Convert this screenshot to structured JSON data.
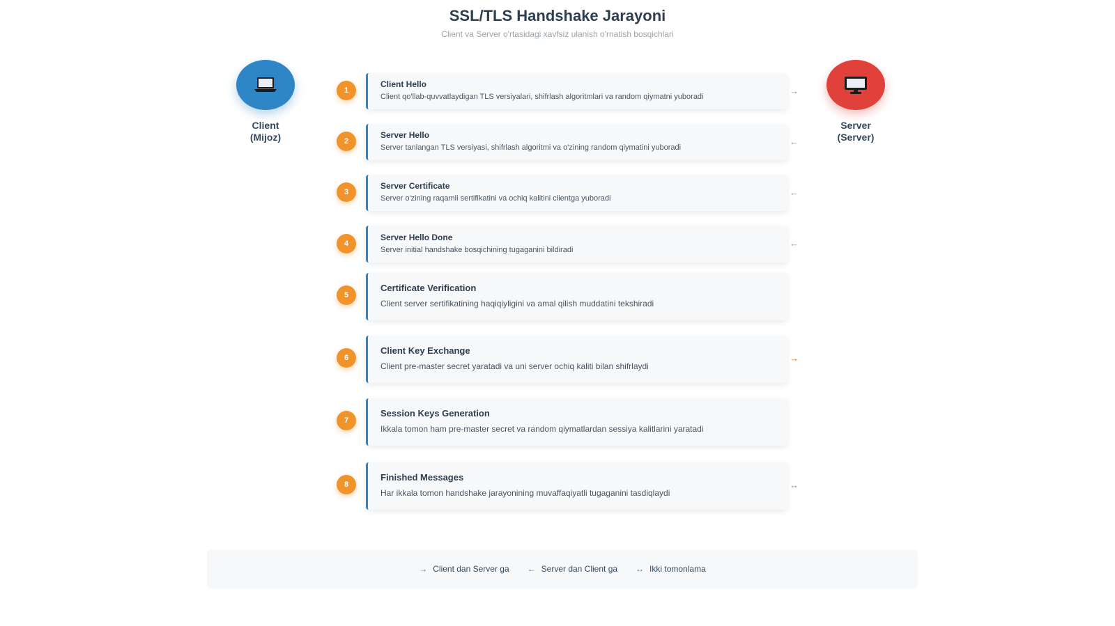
{
  "title": "SSL/TLS Handshake Jarayoni",
  "subtitle": "Client va Server o'rtasidagi xavfsiz ulanish o'rnatish bosqichlari",
  "client": {
    "icon": "laptop-icon",
    "label_line1": "Client",
    "label_line2": "(Mijoz)",
    "color": "#2e86c7"
  },
  "server": {
    "icon": "monitor-icon",
    "label_line1": "Server",
    "label_line2": "(Server)",
    "color": "#e0413b"
  },
  "badge_color": "#f0932b",
  "steps": [
    {
      "num": "1",
      "title": "Client Hello",
      "desc": "Client qo'llab-quvvatlaydigan TLS versiyalari, shifrlash algoritmlari va random qiymatni yuboradi",
      "arrow": "→"
    },
    {
      "num": "2",
      "title": "Server Hello",
      "desc": "Server tanlangan TLS versiyasi, shifrlash algoritmi va o'zining random qiymatini yuboradi",
      "arrow": "←"
    },
    {
      "num": "3",
      "title": "Server Certificate",
      "desc": "Server o'zining raqamli sertifikatini va ochiq kalitini clientga yuboradi",
      "arrow": "←"
    },
    {
      "num": "4",
      "title": "Server Hello Done",
      "desc": "Server initial handshake bosqichining tugaganini bildiradi",
      "arrow": "←"
    },
    {
      "num": "5",
      "title": "Certificate Verification",
      "desc": "Client server sertifikatining haqiqiyligini va amal qilish muddatini tekshiradi",
      "arrow": ""
    },
    {
      "num": "6",
      "title": "Client Key Exchange",
      "desc": "Client pre-master secret yaratadi va uni server ochiq kaliti bilan shifrlaydi",
      "arrow": "→"
    },
    {
      "num": "7",
      "title": "Session Keys Generation",
      "desc": "Ikkala tomon ham pre-master secret va random qiymatlardan sessiya kalitlarini yaratadi",
      "arrow": ""
    },
    {
      "num": "8",
      "title": "Finished Messages",
      "desc": "Har ikkala tomon handshake jarayonining muvaffaqiyatli tugaganini tasdiqlaydi",
      "arrow": "↔"
    }
  ],
  "legend": [
    {
      "symbol": "→",
      "label": "Client dan Server ga"
    },
    {
      "symbol": "←",
      "label": "Server dan Client ga"
    },
    {
      "symbol": "↔",
      "label": "Ikki tomonlama"
    }
  ]
}
